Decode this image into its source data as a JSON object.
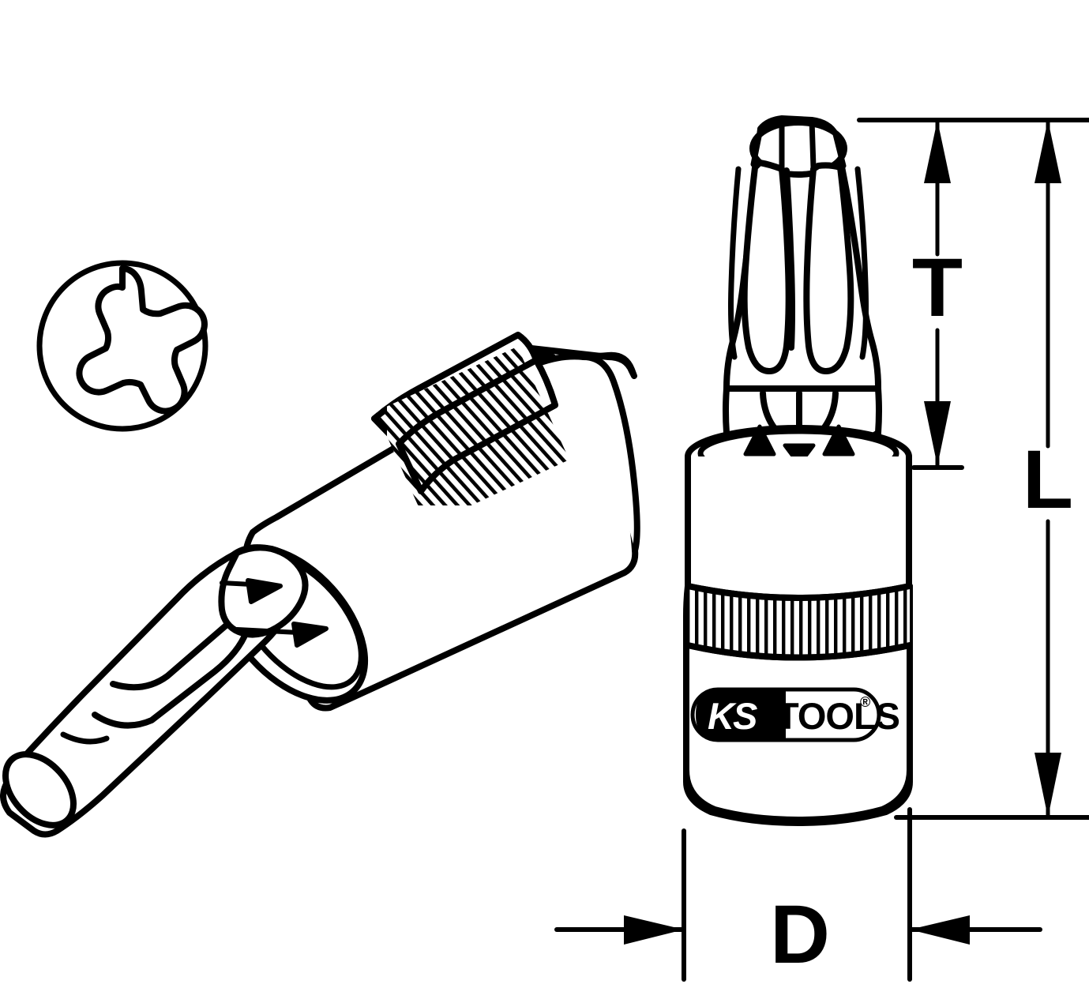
{
  "drawing": {
    "title": "Torx bit socket technical drawing",
    "subject": "KS Tools Torx bit socket",
    "line_color": "#000000",
    "background_color": "#ffffff",
    "views": [
      {
        "name": "torx-profile-circle",
        "description": "Torx six-lobe star profile in circle"
      },
      {
        "name": "tilted-socket-view",
        "description": "Bit socket shown at an angle with Torx tip exposed"
      },
      {
        "name": "upright-socket-view",
        "description": "Bit socket shown upright with Torx tip up"
      }
    ]
  },
  "dimensions": {
    "length_label": "L",
    "tip_label": "T",
    "diameter_label": "D"
  },
  "brand": {
    "name_left": "KS",
    "name_right": "TOOLS",
    "trademark": "®",
    "logo_bg_dark": "#000000",
    "logo_bg_light": "#ffffff"
  },
  "icons": {
    "torx_profile": "torx-star-icon",
    "arrow_up": "arrow-up-icon",
    "arrow_down": "arrow-down-icon",
    "arrow_left": "arrow-left-icon",
    "arrow_right": "arrow-right-icon"
  }
}
